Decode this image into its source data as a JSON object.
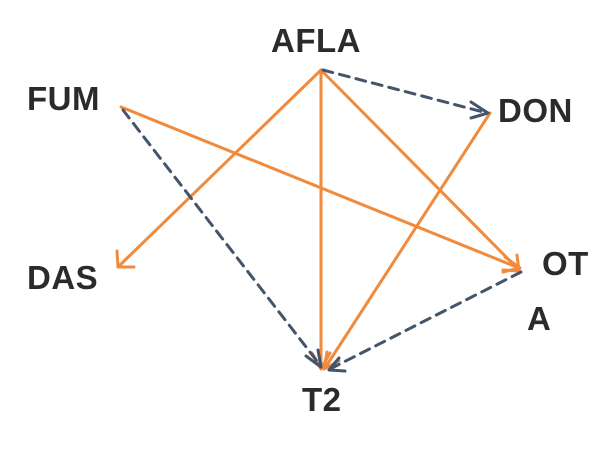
{
  "nodes": {
    "afla": "AFLA",
    "fum": "FUM",
    "don": "DON",
    "das": "DAS",
    "ota_line1": "OT",
    "ota_line2": "A",
    "t2": "T2"
  },
  "colors": {
    "solid_edge": "#f08a3c",
    "dashed_edge": "#44546a",
    "label_text": "#2b2b2b"
  },
  "edges": [
    {
      "id": "afla-das",
      "from": "afla",
      "to": "das",
      "style": "solid"
    },
    {
      "id": "afla-t2",
      "from": "afla",
      "to": "t2",
      "style": "solid"
    },
    {
      "id": "afla-ota",
      "from": "afla",
      "to": "ota",
      "style": "solid"
    },
    {
      "id": "afla-don",
      "from": "afla",
      "to": "don",
      "style": "dashed"
    },
    {
      "id": "don-t2",
      "from": "don",
      "to": "t2",
      "style": "solid"
    },
    {
      "id": "fum-ota",
      "from": "fum",
      "to": "ota",
      "style": "solid"
    },
    {
      "id": "fum-t2",
      "from": "fum",
      "to": "t2",
      "style": "dashed"
    },
    {
      "id": "ota-t2",
      "from": "ota",
      "to": "t2",
      "style": "dashed"
    }
  ]
}
